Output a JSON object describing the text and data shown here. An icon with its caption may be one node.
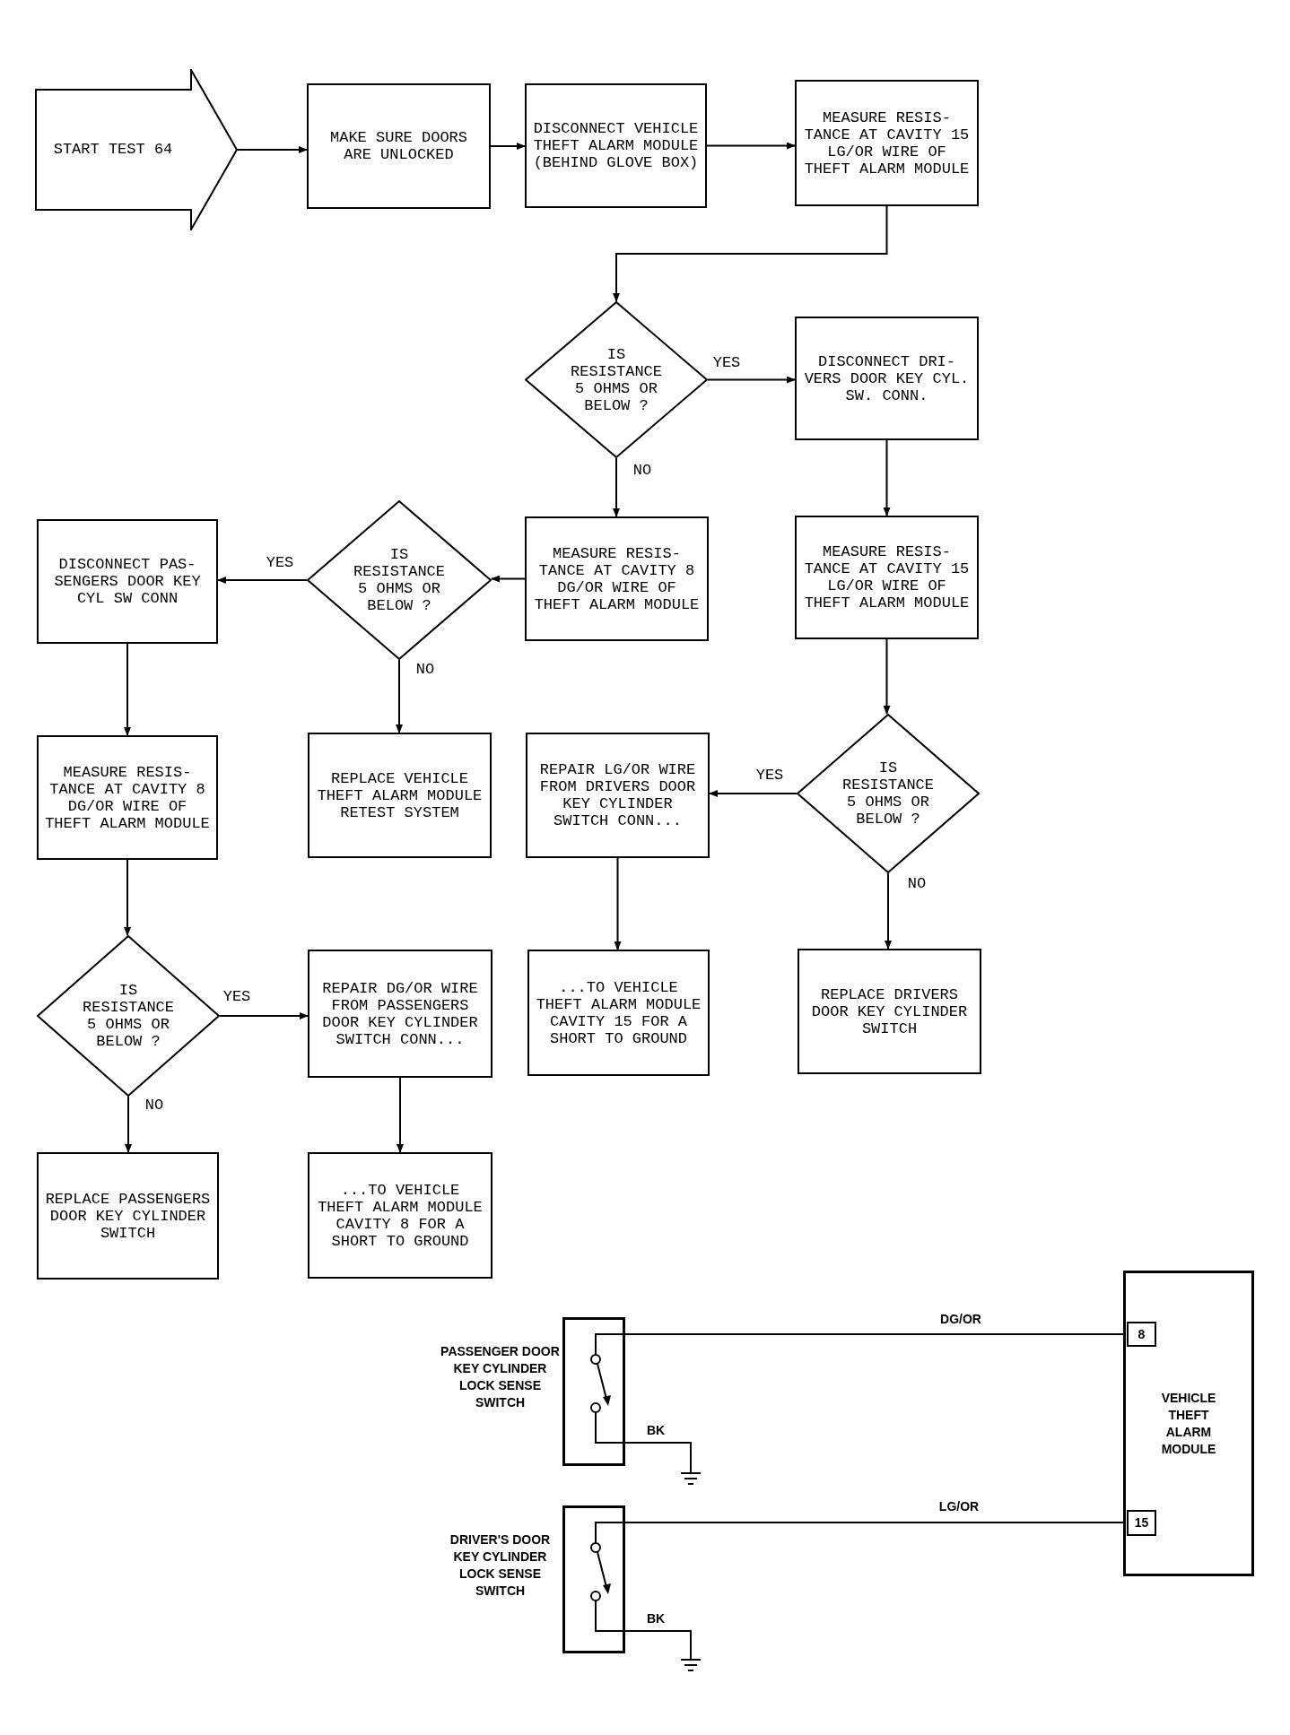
{
  "diagram": {
    "nodes": [
      {
        "text": [
          "START TEST 64"
        ]
      },
      {
        "text": [
          "MAKE SURE DOORS ARE UNLOCKED"
        ]
      },
      {
        "text": [
          "DISCONNECT VEHICLE THEFT ALARM MODULE (BEHIND GLOVE BOX)"
        ]
      },
      {
        "text": [
          "MEASURE RESIS- TANCE AT CAVITY 15 LG/OR WIRE OF THEFT ALARM MODULE"
        ]
      },
      {
        "text": [
          "IS RESISTANCE 5 OHMS OR BELOW ?"
        ]
      },
      {
        "text": [
          "DISCONNECT DRI- VERS DOOR KEY CYL. SW. CONN."
        ]
      },
      {
        "text": [
          "MEASURE RESIS- TANCE AT CAVITY 8 DG/OR WIRE OF THEFT ALARM MODULE"
        ]
      },
      {
        "text": [
          "MEASURE RESIS- TANCE AT CAVITY 15 LG/OR WIRE OF THEFT ALARM MODULE"
        ]
      },
      {
        "text": [
          "IS RESISTANCE 5 OHMS OR BELOW ?"
        ]
      },
      {
        "text": [
          "DISCONNECT PAS- SENGERS DOOR KEY CYL SW CONN"
        ]
      },
      {
        "text": [
          "REPLACE VEHICLE THEFT ALARM MODULE RETEST SYSTEM"
        ]
      },
      {
        "text": [
          "REPAIR LG/OR WIRE FROM DRIVERS DOOR KEY CYLINDER SWITCH CONN..."
        ]
      },
      {
        "text": [
          "IS RESISTANCE 5 OHMS OR BELOW ?"
        ]
      },
      {
        "text": [
          "MEASURE RESIS- TANCE AT CAVITY 8 DG/OR WIRE OF THEFT ALARM MODULE"
        ]
      },
      {
        "text": [
          "IS RESISTANCE 5 OHMS OR BELOW ?"
        ]
      },
      {
        "text": [
          "REPAIR DG/OR WIRE FROM PASSENGERS DOOR KEY CYLINDER SWITCH CONN..."
        ]
      },
      {
        "text": [
          "...TO VEHICLE THEFT ALARM MODULE CAVITY 15 FOR A SHORT TO GROUND"
        ]
      },
      {
        "text": [
          "REPLACE DRIVERS DOOR KEY CYLINDER SWITCH"
        ]
      },
      {
        "text": [
          "REPLACE PASSENGERS DOOR KEY CYLINDER SWITCH"
        ]
      },
      {
        "text": [
          "...TO VEHICLE THEFT ALARM MODULE CAVITY 8 FOR A SHORT TO GROUND"
        ]
      },
      {
        "text": [],
        "shape": "box",
        "beside": [
          "PASSENGER DOOR KEY CYLINDER LOCK SENSE SWITCH"
        ]
      },
      {
        "text": [],
        "shape": "box",
        "beside": [
          "DRIVER'S DOOR KEY CYLINDER LOCK SENSE SWITCH"
        ]
      },
      {
        "text": [
          "VEHICLE THEFT ALARM MODULE"
        ]
      },
      {
        "text": [
          "8"
        ],
        "in": 22
      },
      {
        "text": [
          "15"
        ],
        "in": 22
      },
      {
        "text": [],
        "shape": "ground"
      },
      {
        "text": [],
        "shape": "ground"
      }
    ],
    "edges": [
      {
        "from": 0,
        "to": 1,
        "arrow": "to"
      },
      {
        "from": 1,
        "to": 2,
        "arrow": "to"
      },
      {
        "from": 2,
        "to": 3,
        "arrow": "to"
      },
      {
        "from": 3,
        "to": 4,
        "arrow": "to"
      },
      {
        "from": 4,
        "to": 5,
        "arrow": "to",
        "label": "YES"
      },
      {
        "from": 4,
        "to": 6,
        "arrow": "to",
        "label": "NO"
      },
      {
        "from": 5,
        "to": 7,
        "arrow": "to"
      },
      {
        "from": 6,
        "to": 8,
        "arrow": "to"
      },
      {
        "from": 8,
        "to": 9,
        "arrow": "to",
        "label": "YES"
      },
      {
        "from": 8,
        "to": 10,
        "arrow": "to",
        "label": "NO"
      },
      {
        "from": 9,
        "to": 13,
        "arrow": "to"
      },
      {
        "from": 7,
        "to": 12,
        "arrow": "to"
      },
      {
        "from": 12,
        "to": 11,
        "arrow": "to",
        "label": "YES"
      },
      {
        "from": 12,
        "to": 17,
        "arrow": "to",
        "label": "NO"
      },
      {
        "from": 11,
        "to": 16,
        "arrow": "to"
      },
      {
        "from": 13,
        "to": 14,
        "arrow": "to"
      },
      {
        "from": 14,
        "to": 15,
        "arrow": "to",
        "label": "YES"
      },
      {
        "from": 14,
        "to": 18,
        "arrow": "to",
        "label": "NO"
      },
      {
        "from": 15,
        "to": 19,
        "arrow": "to"
      },
      {
        "from": 20,
        "to": 23,
        "arrow": "none",
        "label": "DG/OR"
      },
      {
        "from": 21,
        "to": 24,
        "arrow": "none",
        "label": "LG/OR"
      },
      {
        "from": 20,
        "to": 25,
        "arrow": "none",
        "label": "BK"
      },
      {
        "from": 21,
        "to": 26,
        "arrow": "none",
        "label": "BK"
      }
    ]
  }
}
